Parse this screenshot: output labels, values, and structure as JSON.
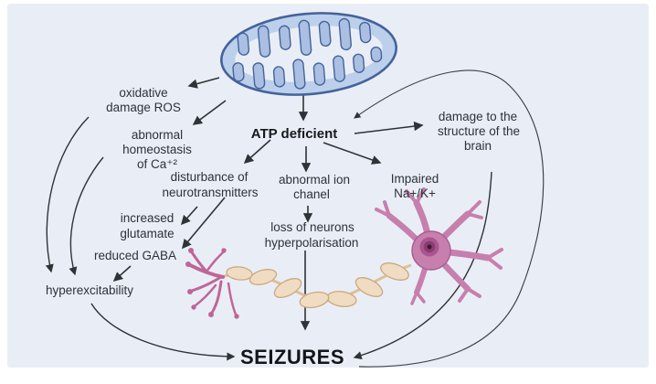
{
  "figure": {
    "colors": {
      "background": "#e9eef6",
      "arrow": "#2e3338",
      "mitochondria_fill": "#bcd0ec",
      "mitochondria_cristae": "#aabfe2",
      "mitochondria_outline": "#44639c",
      "neuron_body": "#c77fae",
      "neuron_nucleus": "#8a3c71",
      "axon_terminal": "#bf6697",
      "myelin_fill": "#efdcc2",
      "myelin_outline": "#cda87e",
      "text": "#2d3239"
    },
    "labels": {
      "oxidative_damage": {
        "line1": "oxidative",
        "line2": "damage ROS"
      },
      "abnormal_homeostasis": {
        "line1": "abnormal",
        "line2": "homeostasis",
        "line3": "of Ca⁺²"
      },
      "atp_deficient": {
        "label": "ATP deficient"
      },
      "brain_damage": {
        "line1": "damage to the",
        "line2": "structure of the",
        "line3": "brain"
      },
      "neurotransmitter_disturbance": {
        "line1": "disturbance of",
        "line2": "neurotransmitters"
      },
      "abnormal_ion_channel": {
        "line1": "abnormal ion",
        "line2": "chanel"
      },
      "impaired_na_k": {
        "line1": "Impaired",
        "line2": "Na+/K+"
      },
      "increased_glutamate": {
        "line1": "increased",
        "line2": "glutamate"
      },
      "neuron_hyperpolarisation": {
        "line1": "loss of neurons",
        "line2": "hyperpolarisation"
      },
      "reduced_gaba": {
        "label": "reduced GABA"
      },
      "hyperexcitability": {
        "label": "hyperexcitability"
      },
      "seizures": {
        "label": "SEIZURES"
      }
    }
  }
}
